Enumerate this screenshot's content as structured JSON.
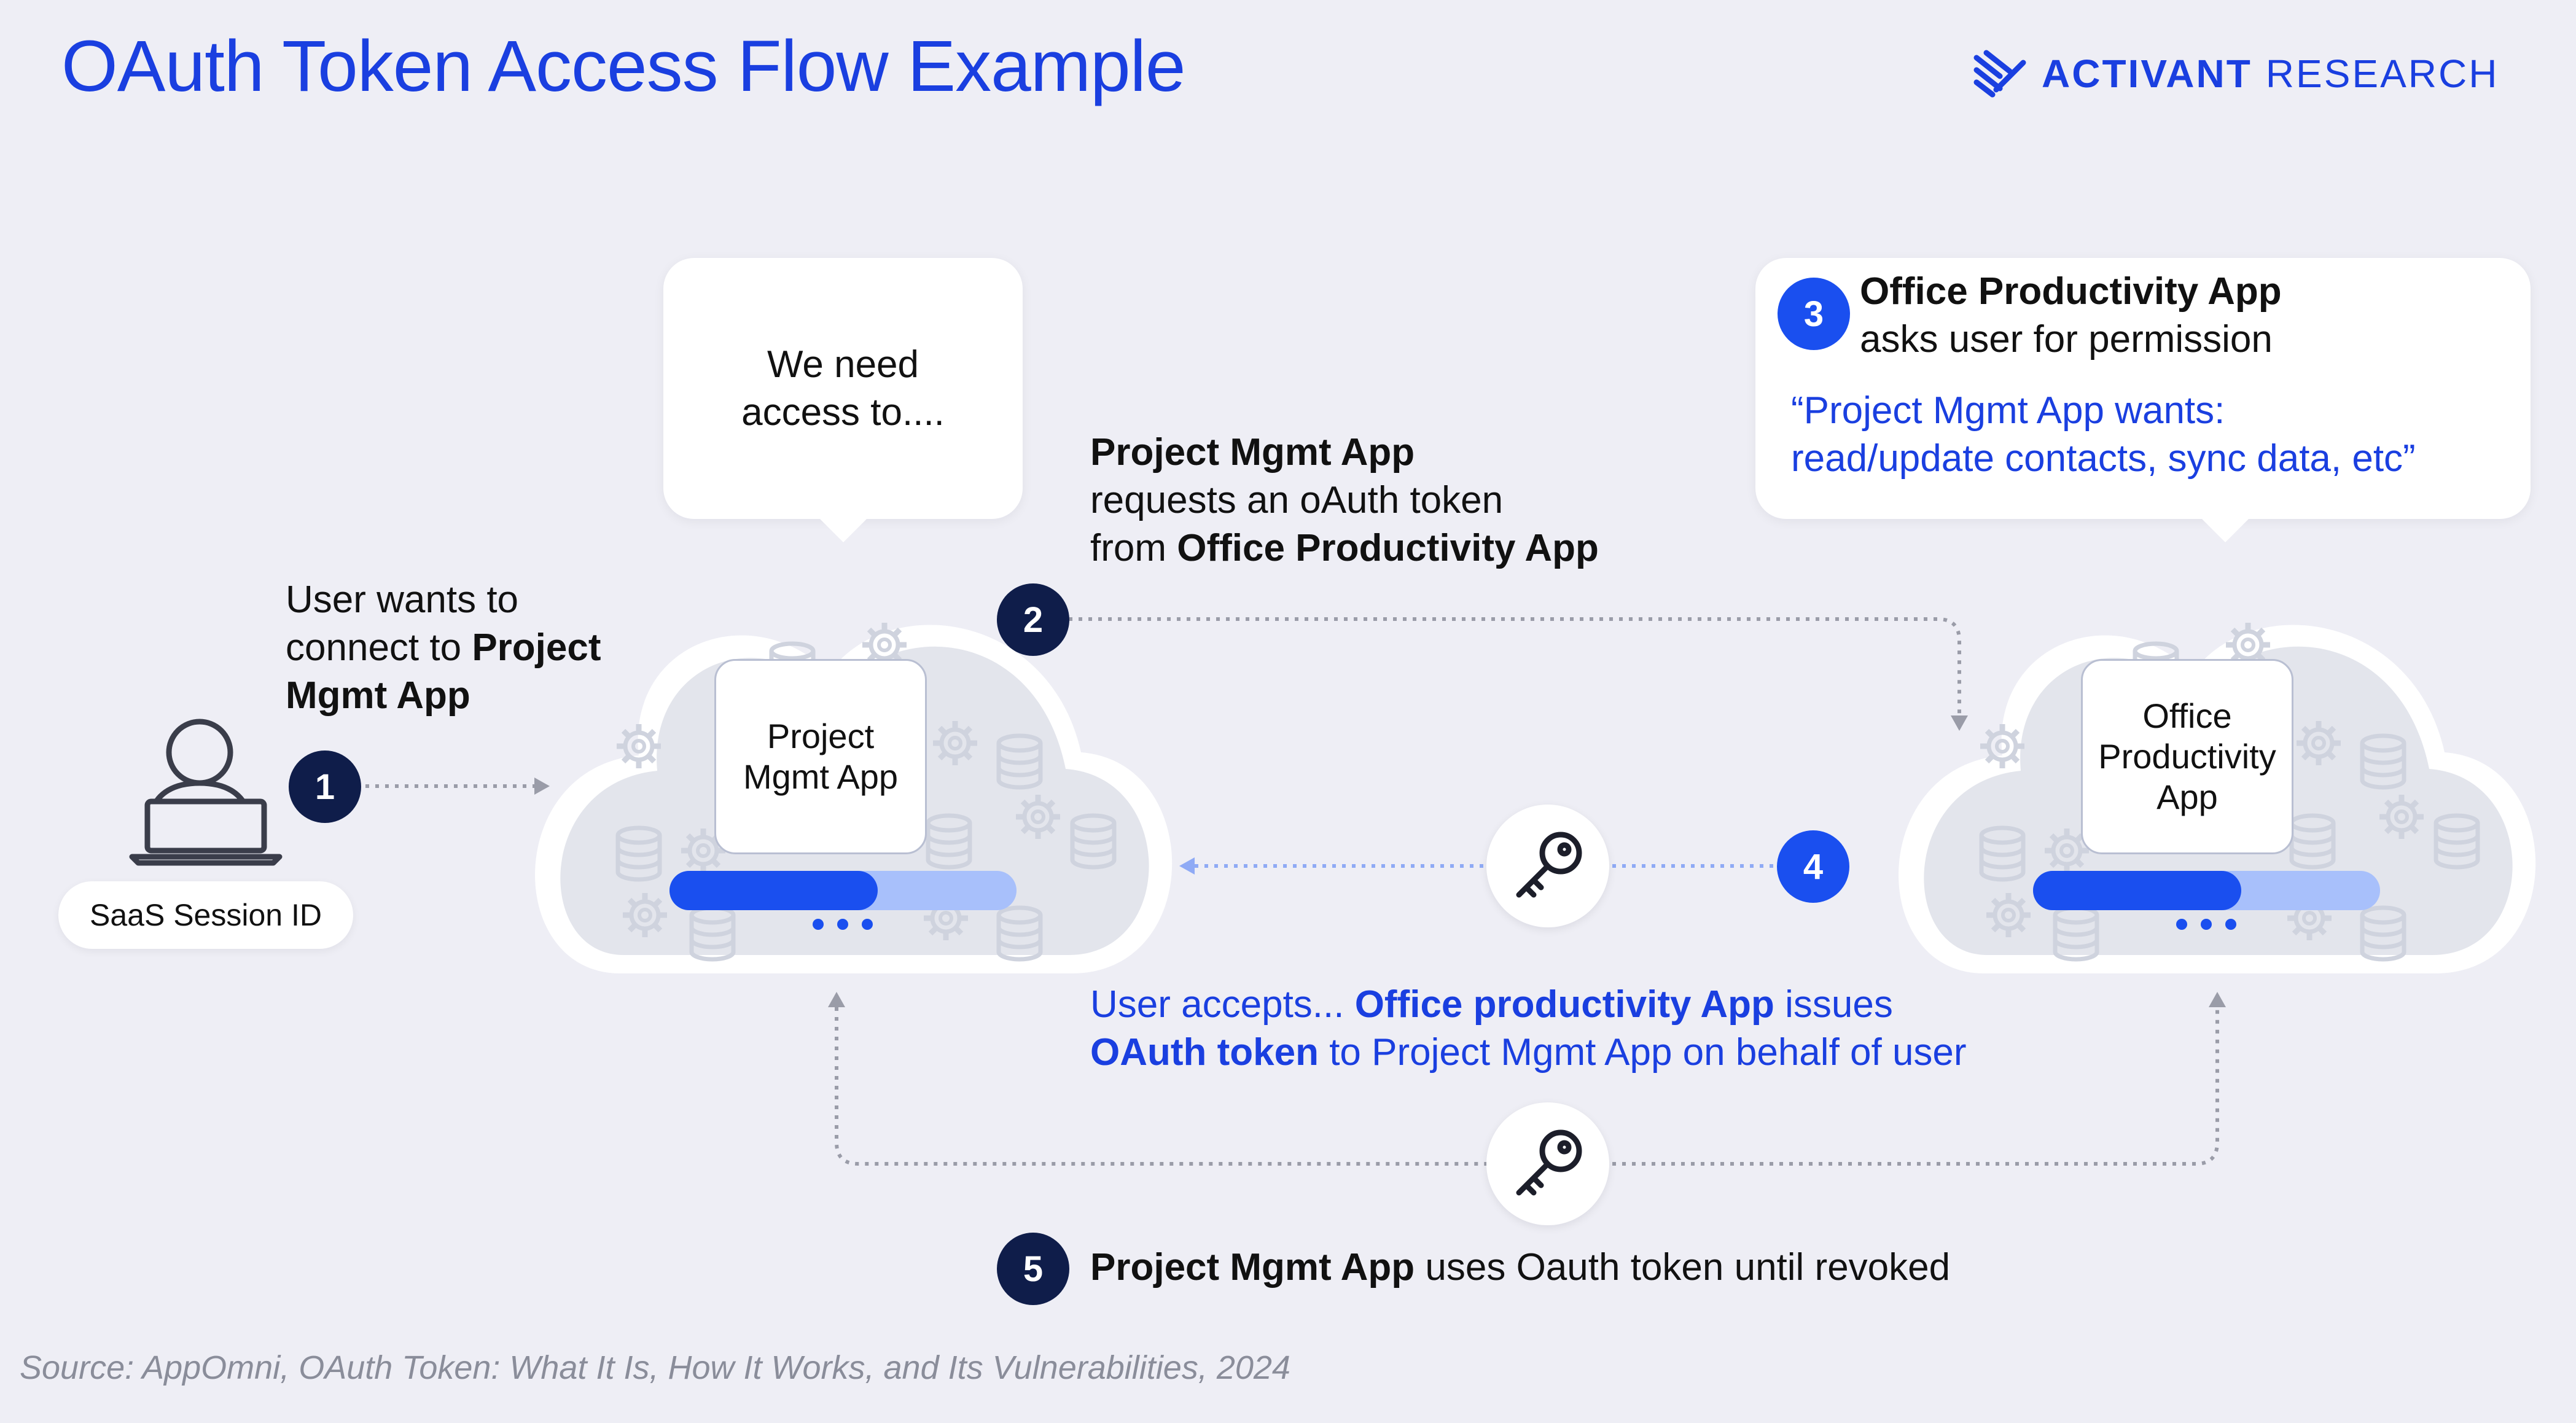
{
  "title": "OAuth Token Access Flow Example",
  "brand": {
    "bold": "ACTIVANT",
    "light": "RESEARCH",
    "logo_icon": "activant-stripes-icon"
  },
  "colors": {
    "accent": "#1a3fe0",
    "dark_badge": "#0f1d4a",
    "bright_badge": "#1a4fef",
    "background": "#eeeef5"
  },
  "speech_bubble": {
    "line1": "We need",
    "line2": "access to...."
  },
  "step1": {
    "number": "1",
    "line1": "User wants to",
    "line2_prefix": "connect to ",
    "line2_bold": "Project",
    "line3_bold": "Mgmt App"
  },
  "user": {
    "icon": "user-laptop-icon",
    "session_label": "SaaS Session ID"
  },
  "step2": {
    "number": "2",
    "line1_bold": "Project Mgmt App",
    "line2": "requests an oAuth token",
    "line3_prefix": "from ",
    "line3_bold": "Office Productivity App"
  },
  "step3": {
    "number": "3",
    "title_bold": "Office Productivity App",
    "subtitle": "asks user for permission",
    "quote_line1": "“Project Mgmt App wants:",
    "quote_line2": "read/update contacts, sync data, etc”"
  },
  "step4": {
    "number": "4",
    "line1_prefix": "User accepts... ",
    "line1_bold": "Office productivity App",
    "line1_suffix": " issues",
    "line2_bold": "OAuth token",
    "line2_suffix": " to Project Mgmt App on behalf of user"
  },
  "step5": {
    "number": "5",
    "bold": "Project Mgmt App",
    "suffix": " uses Oauth token until revoked"
  },
  "left_cloud": {
    "app_line1": "Project",
    "app_line2": "Mgmt App",
    "progress": 0.6
  },
  "right_cloud": {
    "app_line1": "Office",
    "app_line2": "Productivity",
    "app_line3": "App",
    "progress": 0.6
  },
  "source": "Source: AppOmni, OAuth Token: What It Is, How It Works, and Its Vulnerabilities, 2024"
}
